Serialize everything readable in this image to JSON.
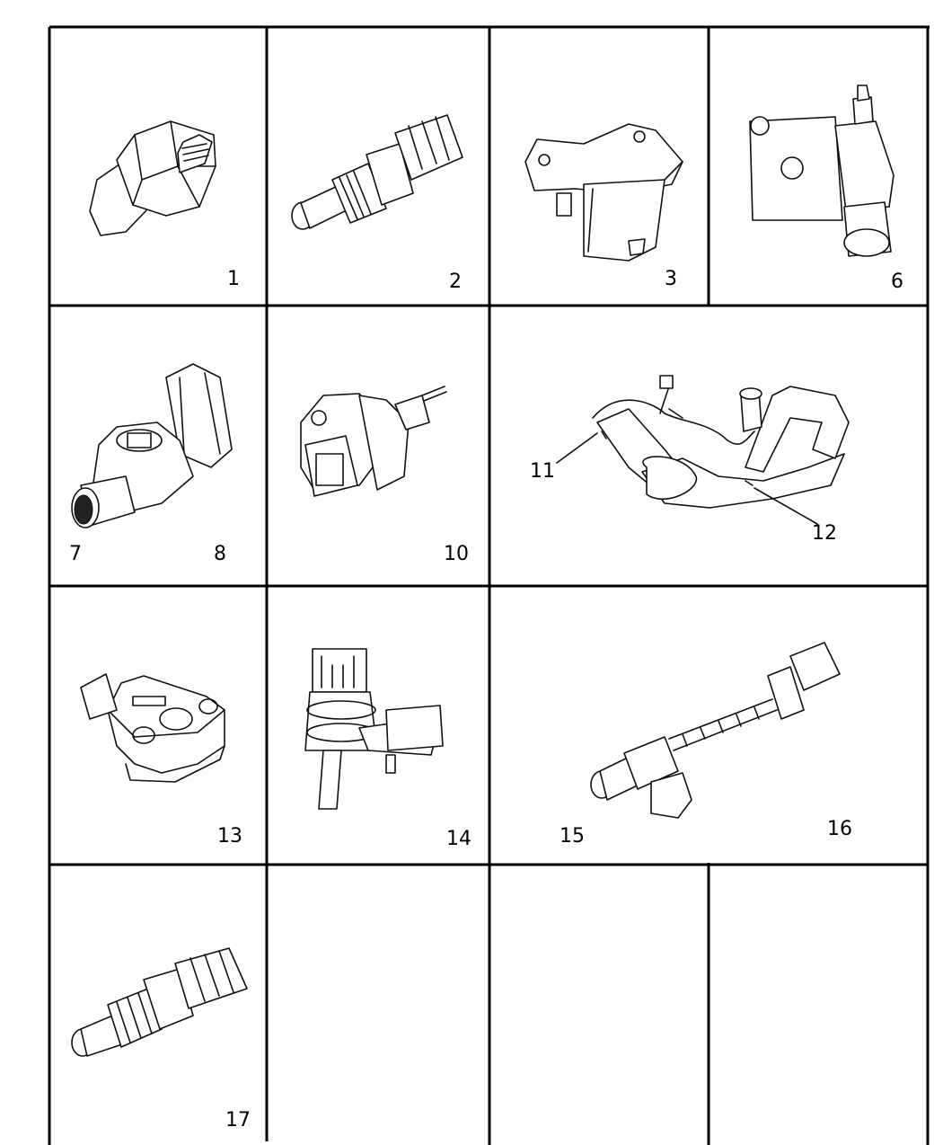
{
  "labels": {
    "n1": "1",
    "n2": "2",
    "n3": "3",
    "n6": "6",
    "n7": "7",
    "n8": "8",
    "n10": "10",
    "n11": "11",
    "n12": "12",
    "n13": "13",
    "n14": "14",
    "n15": "15",
    "n16": "16",
    "n17": "17"
  }
}
